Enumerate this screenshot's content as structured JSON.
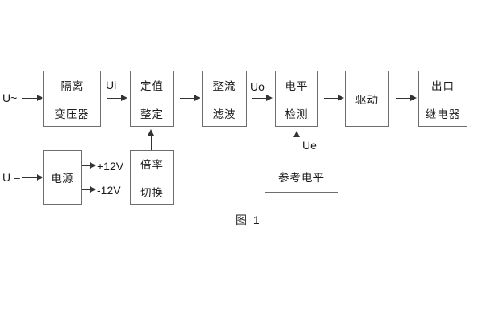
{
  "diagram": {
    "caption": "图 1",
    "colors": {
      "background": "#ffffff",
      "box_border": "#6e6e6e",
      "text": "#1c1c1c",
      "arrow": "#333333"
    },
    "blocks": {
      "isolation_transformer": {
        "line1": "隔离",
        "line2": "变压器"
      },
      "value_setting": {
        "line1": "定值",
        "line2": "整定"
      },
      "rectifier_filter": {
        "line1": "整流",
        "line2": "滤波"
      },
      "level_detection": {
        "line1": "电平",
        "line2": "检测"
      },
      "driver": {
        "line1": "驱动"
      },
      "output_relay": {
        "line1": "出口",
        "line2": "继电器"
      },
      "power_supply": {
        "line1": "电源"
      },
      "ratio_switch": {
        "line1": "倍率",
        "line2": "切换"
      },
      "reference_level": {
        "line1": "参考电平"
      }
    },
    "labels": {
      "input_ac": "U~",
      "input_dc": "U –",
      "ui": "Ui",
      "uo": "Uo",
      "ue": "Ue",
      "rail_pos": "+12V",
      "rail_neg": "-12V"
    }
  }
}
